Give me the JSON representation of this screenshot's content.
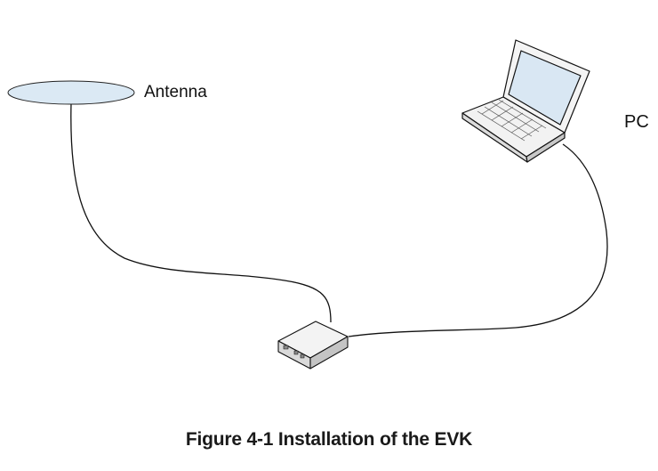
{
  "labels": {
    "antenna": "Antenna",
    "pc": "PC"
  },
  "caption": "Figure 4-1 Installation of the EVK",
  "colors": {
    "antenna_fill": "#dbe9f4",
    "screen_fill": "#d9e7f3",
    "stroke": "#111111"
  },
  "icons": {
    "antenna": "antenna-disc-icon",
    "pc": "laptop-icon",
    "evk": "evk-box-icon"
  }
}
